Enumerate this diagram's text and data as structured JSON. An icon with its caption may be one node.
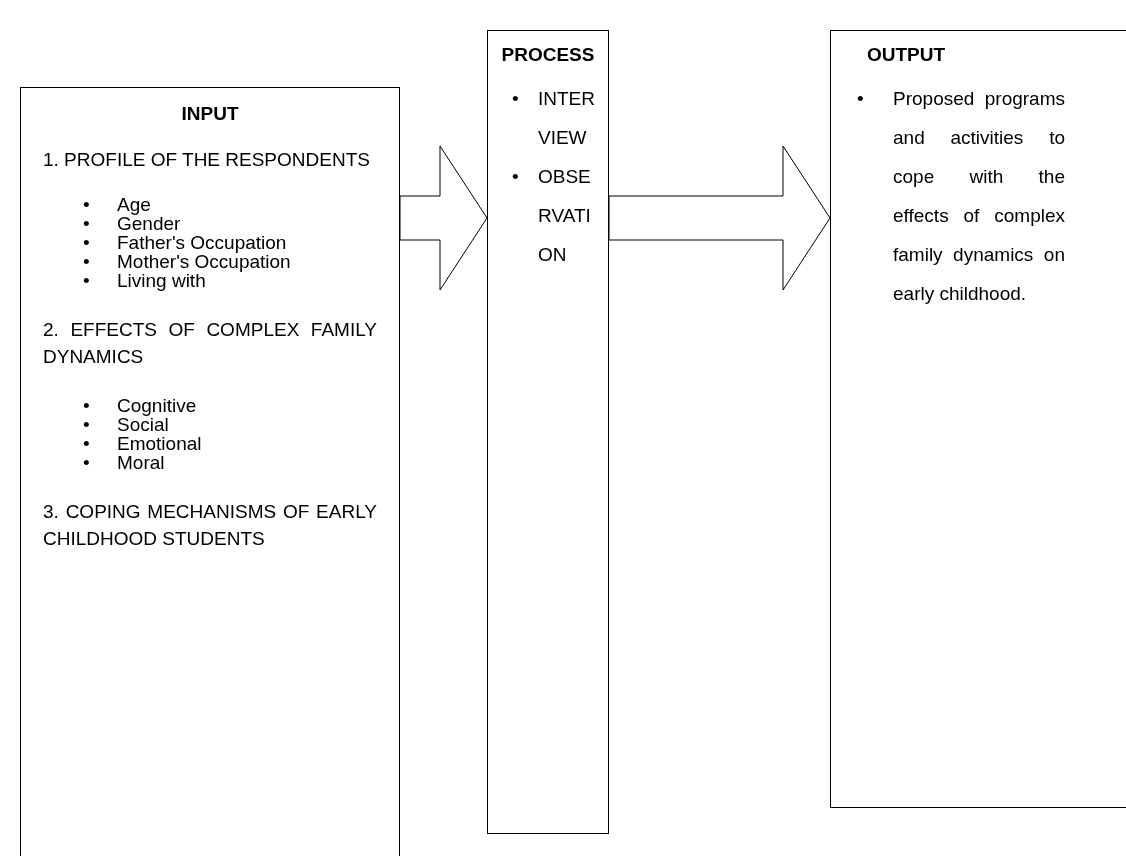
{
  "diagram": {
    "nodes": [
      {
        "text": [
          "INPUT",
          "1. PROFILE OF THE RESPONDENTS",
          "•",
          "Age",
          "•",
          "Gender",
          "•",
          "Father's Occupation",
          "•",
          "Mother's Occupation",
          "•",
          "Living with",
          "2. EFFECTS OF COMPLEX FAMILY DYNAMICS",
          "•",
          "Cognitive",
          "•",
          "Social",
          "•",
          "Emotional",
          "•",
          "Moral",
          "3. COPING MECHANISMS OF EARLY CHILDHOOD STUDENTS"
        ]
      },
      {
        "text": [
          "PROCESS",
          "•",
          "INTERVIEW",
          "•",
          "OBSERVATION"
        ]
      },
      {
        "text": [
          "OUTPUT",
          "•",
          "Proposed programs and activities to cope with the effects of complex family dynamics on early childhood."
        ]
      }
    ],
    "edges": [
      {
        "from": 0,
        "to": 1,
        "arrow": "to"
      },
      {
        "from": 1,
        "to": 2,
        "arrow": "to"
      }
    ]
  }
}
